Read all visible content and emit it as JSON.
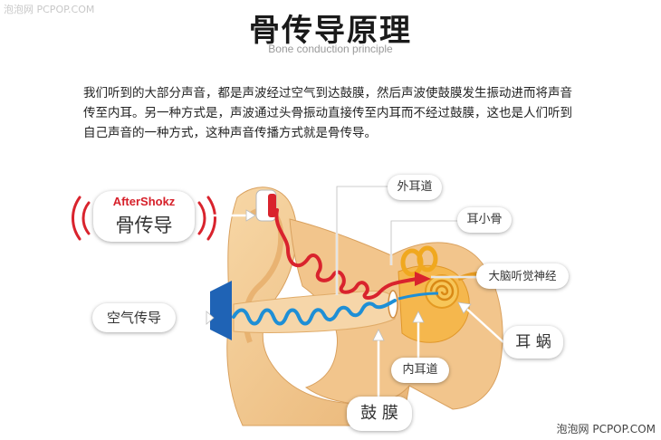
{
  "watermark_top": "泡泡网 PCPOP.COM",
  "watermark_bottom": "泡泡网 PCPOP.COM",
  "title": "骨传导原理",
  "subtitle": "Bone conduction principle",
  "intro": "我们听到的大部分声音，都是声波经过空气到达鼓膜，然后声波使鼓膜发生振动进而将声音传至内耳。另一种方式是，声波通过头骨振动直接传至内耳而不经过鼓膜，这也是人们听到自己声音的一种方式，这种声音传播方式就是骨传导。",
  "labels": {
    "bone_brand": "AfterShokz",
    "bone_conduction": "骨传导",
    "air_conduction": "空气传导",
    "outer_ear_canal": "外耳道",
    "ossicles": "耳小骨",
    "auditory_nerve": "大脑听觉神经",
    "cochlea": "耳 蜗",
    "inner_ear_canal": "内耳道",
    "eardrum": "鼓 膜"
  },
  "colors": {
    "bone_wave": "#d9232d",
    "air_wave": "#1e8fd6",
    "speaker_blue": "#1f63b5",
    "ear_skin": "#f4c98f",
    "ear_inner": "#e9b070"
  }
}
